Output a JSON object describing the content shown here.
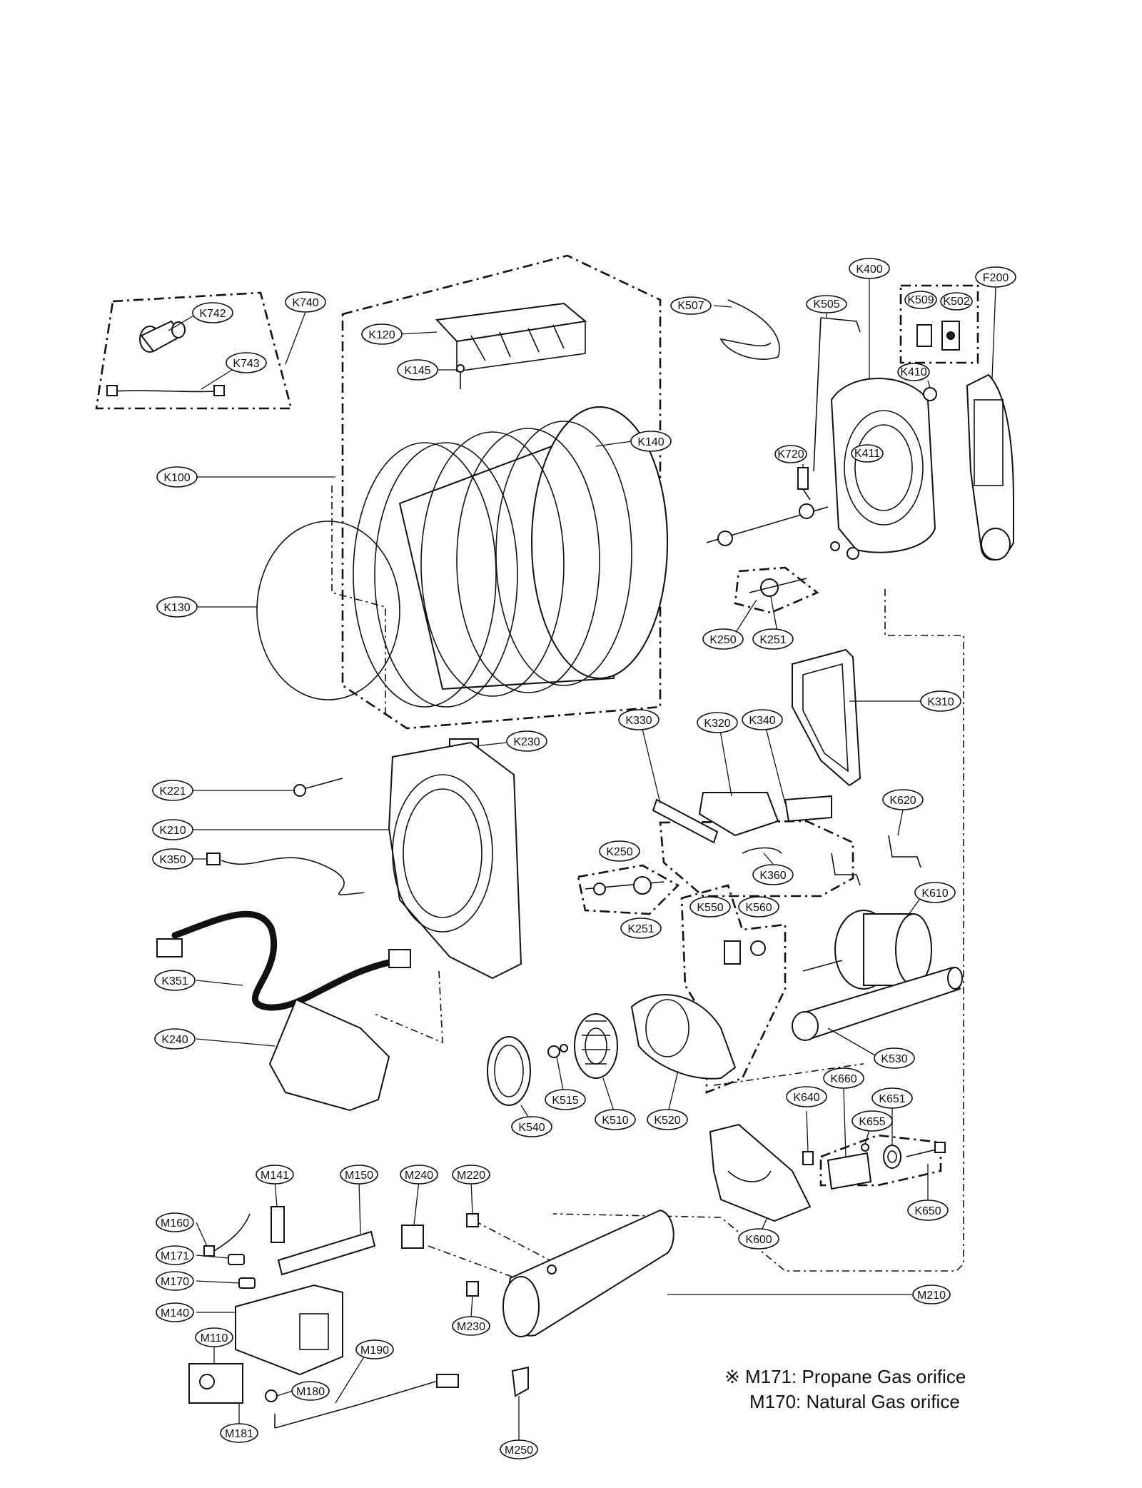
{
  "labels": {
    "K742": "K742",
    "K740": "K740",
    "K743": "K743",
    "K120": "K120",
    "K145": "K145",
    "K140": "K140",
    "K100": "K100",
    "K130": "K130",
    "K507": "K507",
    "K505": "K505",
    "K400": "K400",
    "K509": "K509",
    "K502": "K502",
    "F200": "F200",
    "K410": "K410",
    "K720": "K720",
    "K411": "K411",
    "K250a": "K250",
    "K251a": "K251",
    "K310": "K310",
    "K230": "K230",
    "K330": "K330",
    "K320": "K320",
    "K340": "K340",
    "K221": "K221",
    "K210": "K210",
    "K620": "K620",
    "K350": "K350",
    "K360": "K360",
    "K250b": "K250",
    "K251b": "K251",
    "K550": "K550",
    "K560": "K560",
    "K610": "K610",
    "K351": "K351",
    "K240": "K240",
    "K530": "K530",
    "K515": "K515",
    "K540": "K540",
    "K510": "K510",
    "K520": "K520",
    "K640": "K640",
    "K660": "K660",
    "K651": "K651",
    "K655": "K655",
    "K650": "K650",
    "K600": "K600",
    "M141": "M141",
    "M150": "M150",
    "M240": "M240",
    "M220": "M220",
    "M160": "M160",
    "M171": "M171",
    "M170": "M170",
    "M140": "M140",
    "M110": "M110",
    "M210": "M210",
    "M230": "M230",
    "M190": "M190",
    "M180": "M180",
    "M181": "M181",
    "M250": "M250"
  },
  "note": {
    "line1": "※ M171: Propane Gas orifice",
    "line2": "M170: Natural Gas orifice"
  }
}
